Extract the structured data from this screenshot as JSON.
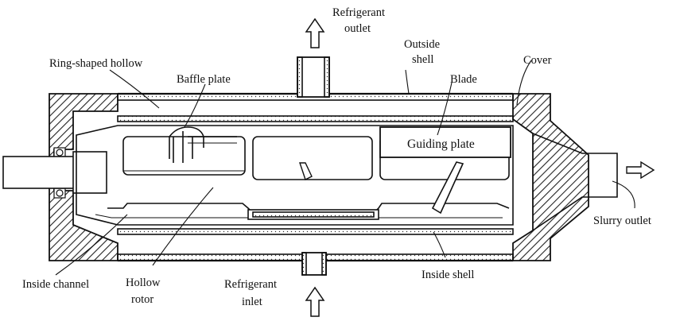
{
  "labels": {
    "refrigerant_outlet_line1": "Refrigerant",
    "refrigerant_outlet_line2": "outlet",
    "outside_shell_line1": "Outside",
    "outside_shell_line2": "shell",
    "cover": "Cover",
    "ring_shaped_hollow": "Ring-shaped hollow",
    "baffle_plate": "Baffle plate",
    "blade": "Blade",
    "guiding_plate": "Guiding plate",
    "slurry_outlet": "Slurry outlet",
    "inside_channel": "Inside channel",
    "hollow_rotor_line1": "Hollow",
    "hollow_rotor_line2": "rotor",
    "refrigerant_inlet_line1": "Refrigerant",
    "refrigerant_inlet_line2": "inlet",
    "inside_shell": "Inside shell"
  }
}
